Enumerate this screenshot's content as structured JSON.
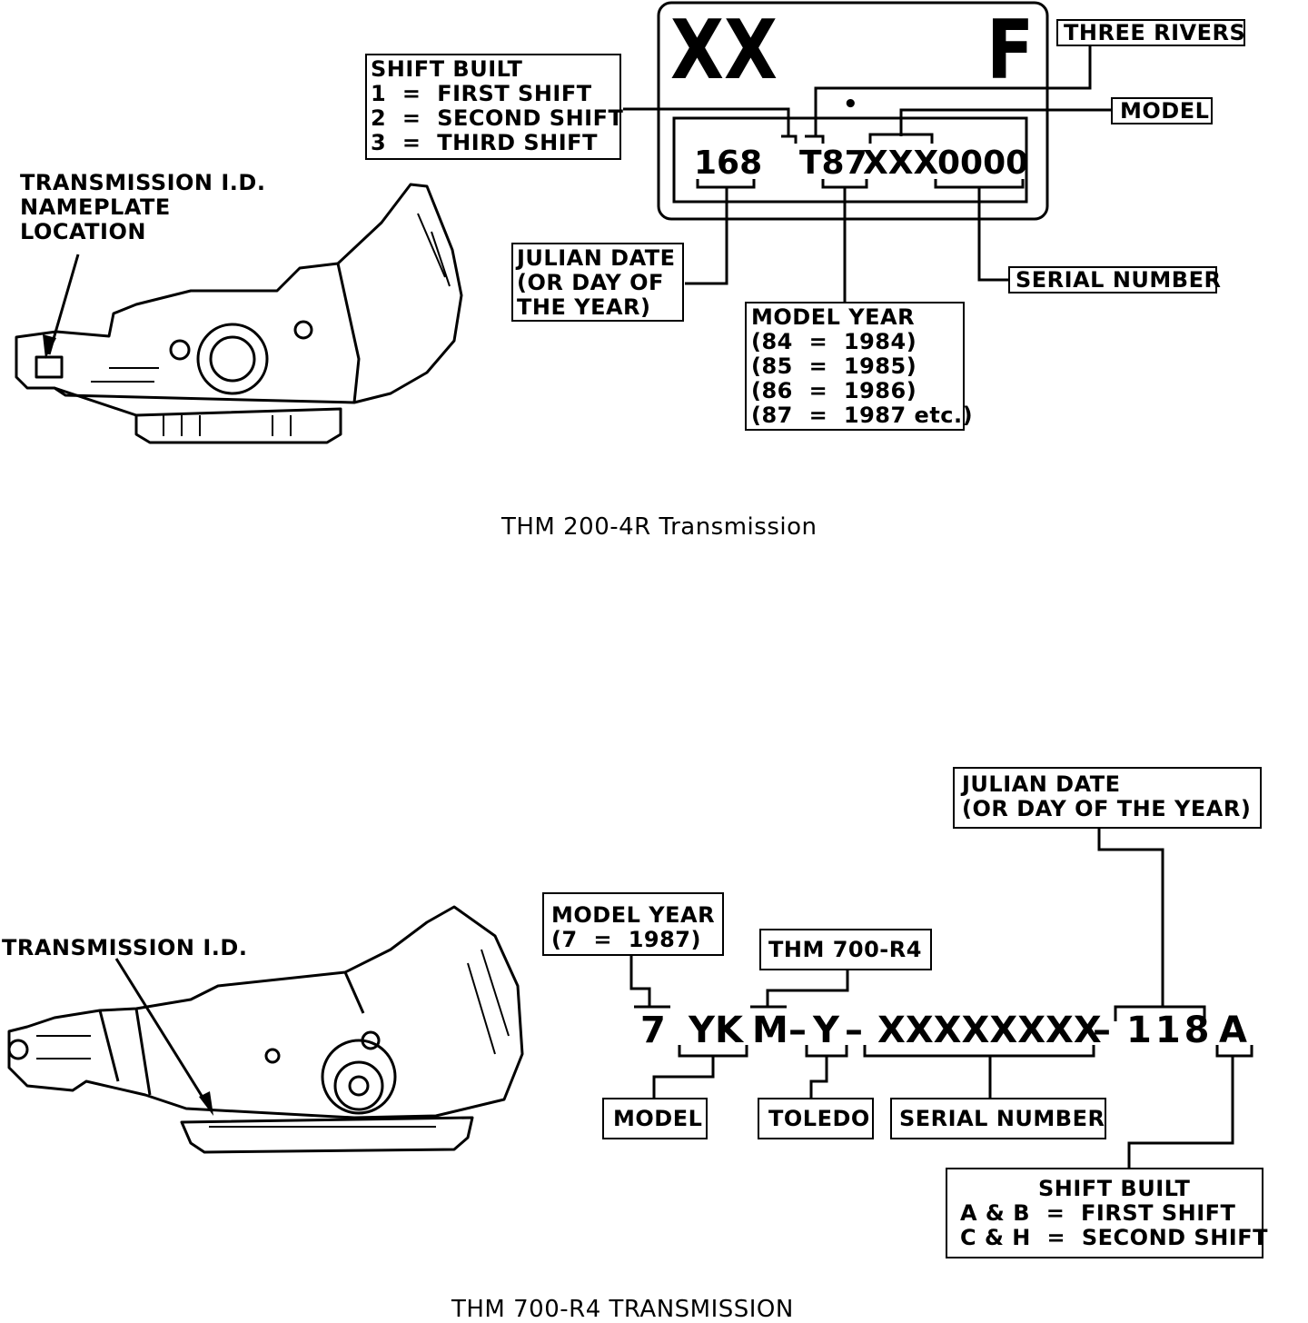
{
  "top": {
    "plate_letters_left": "XX",
    "plate_letter_right": "F",
    "plate_dot": "•",
    "code_julian": "168",
    "code_model_year": "T87",
    "code_model": "XXX",
    "code_serial": "0000",
    "shift_built_lines": [
      "SHIFT BUILT",
      "1  =  FIRST SHIFT",
      "2  =  SECOND SHIFT",
      "3  =  THIRD SHIFT"
    ],
    "three_rivers": "THREE RIVERS",
    "model": "MODEL",
    "julian_lines": [
      "JULIAN DATE",
      "(OR DAY OF",
      "THE YEAR)"
    ],
    "serial_number": "SERIAL NUMBER",
    "model_year_lines": [
      "MODEL YEAR",
      "(84  =  1984)",
      "(85  =  1985)",
      "(86  =  1986)",
      "(87  =  1987 etc.)"
    ],
    "location_lines": [
      "TRANSMISSION I.D.",
      "NAMEPLATE",
      "LOCATION"
    ],
    "caption": "THM 200-4R Transmission"
  },
  "bottom": {
    "code_year": "7",
    "code_model": "YK",
    "code_type": "M",
    "dash1": "–",
    "code_plant": "Y",
    "dash2": "–",
    "code_serial": "XXXXXXXX",
    "dash3": "–",
    "code_julian": "118",
    "code_shift": "A",
    "julian_lines": [
      "JULIAN DATE",
      "(OR DAY OF THE YEAR)"
    ],
    "model_year_lines": [
      "MODEL YEAR",
      "(7  =  1987)"
    ],
    "thm": "THM 700-R4",
    "model": "MODEL",
    "toledo": "TOLEDO",
    "serial_number": "SERIAL NUMBER",
    "shift_built_lines": [
      "SHIFT BUILT",
      "A & B  =  FIRST SHIFT",
      "C & H  =  SECOND SHIFT"
    ],
    "transmission_id": "TRANSMISSION I.D.",
    "caption": "THM 700-R4 TRANSMISSION"
  }
}
